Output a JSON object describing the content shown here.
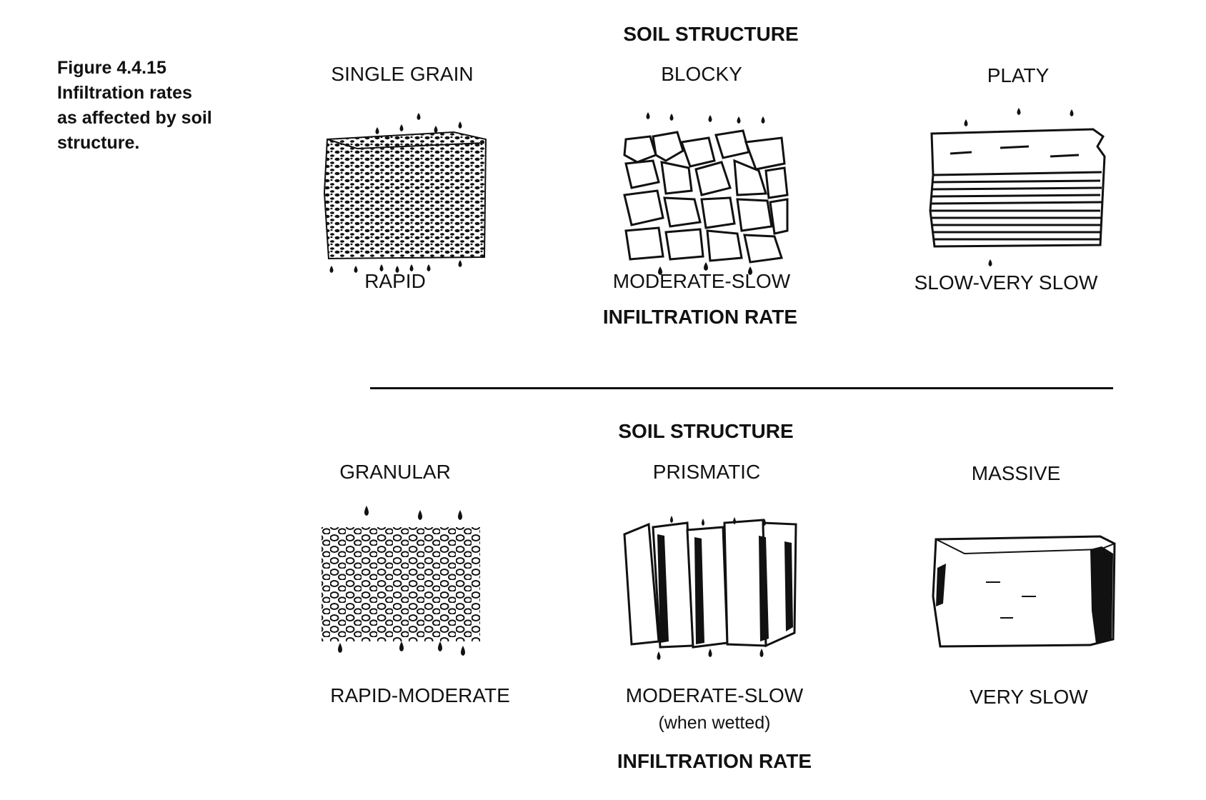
{
  "caption": {
    "line1": "Figure 4.4.15",
    "line2": "Infiltration rates",
    "line3": "as affected by soil",
    "line4": "structure."
  },
  "top": {
    "heading": "SOIL STRUCTURE",
    "footer": "INFILTRATION RATE",
    "items": [
      {
        "name": "SINGLE GRAIN",
        "icon": "single-grain-soil-icon",
        "rate": "RAPID"
      },
      {
        "name": "BLOCKY",
        "icon": "blocky-soil-icon",
        "rate": "MODERATE-SLOW"
      },
      {
        "name": "PLATY",
        "icon": "platy-soil-icon",
        "rate": "SLOW-VERY SLOW"
      }
    ]
  },
  "bottom": {
    "heading": "SOIL STRUCTURE",
    "footer": "INFILTRATION RATE",
    "items": [
      {
        "name": "GRANULAR",
        "icon": "granular-soil-icon",
        "rate": "RAPID-MODERATE"
      },
      {
        "name": "PRISMATIC",
        "icon": "prismatic-soil-icon",
        "rate": "MODERATE-SLOW",
        "rate_note": "(when wetted)"
      },
      {
        "name": "MASSIVE",
        "icon": "massive-soil-icon",
        "rate": "VERY SLOW"
      }
    ]
  }
}
